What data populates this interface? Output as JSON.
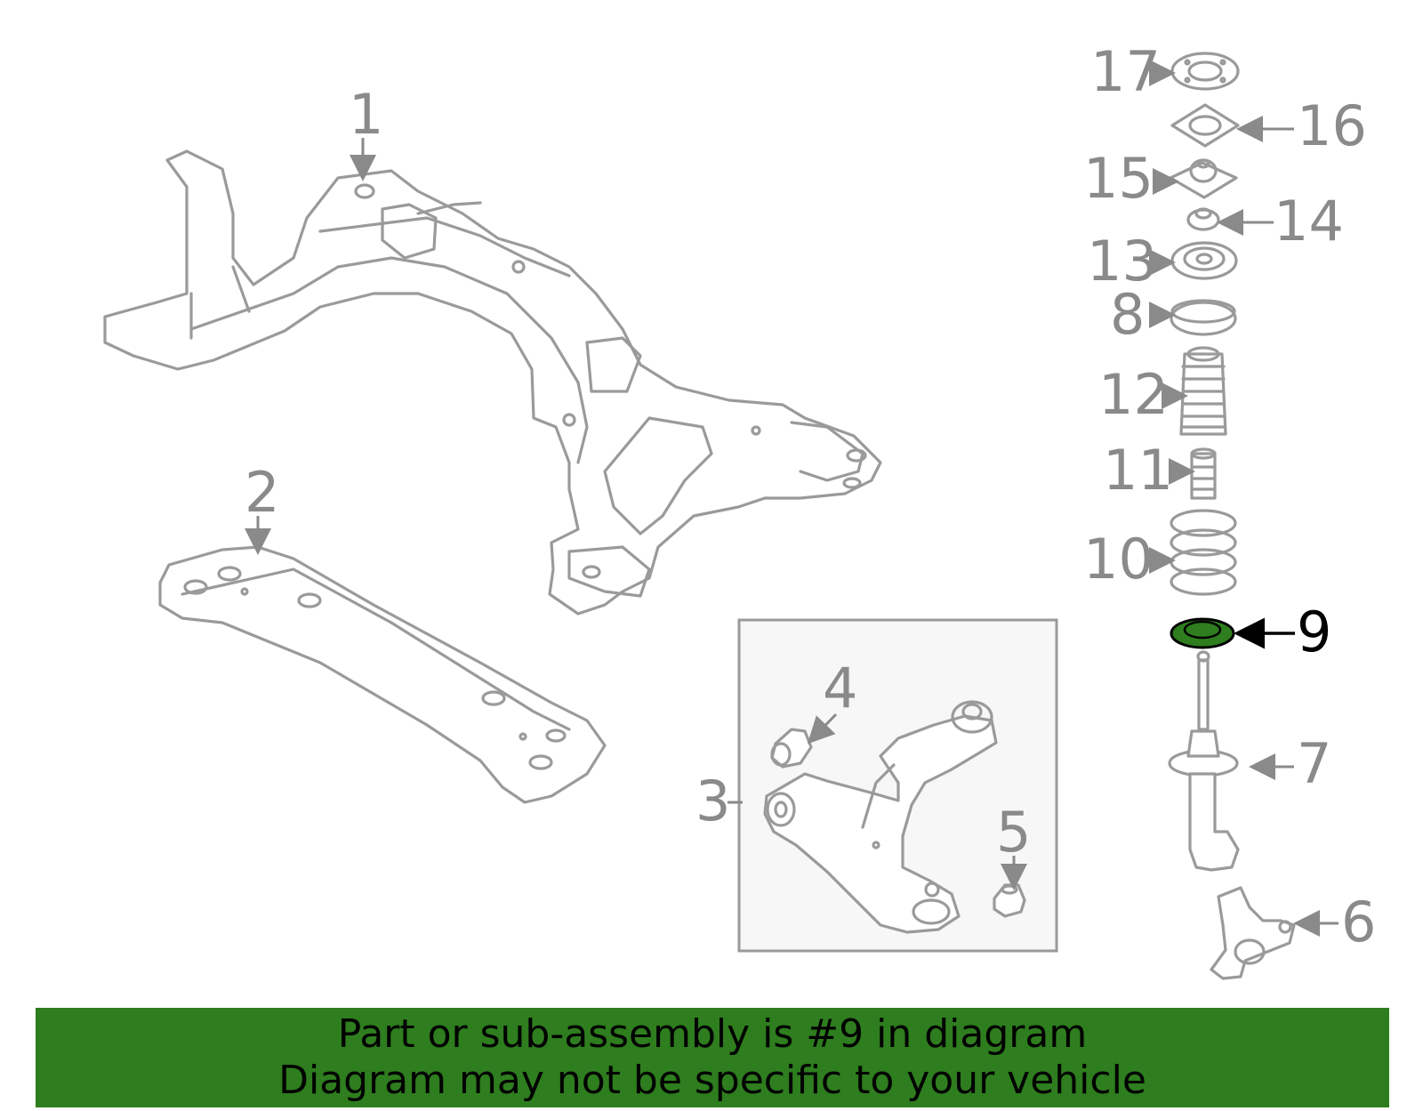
{
  "callouts": [
    "1",
    "2",
    "3",
    "4",
    "5",
    "6",
    "7",
    "8",
    "9",
    "10",
    "11",
    "12",
    "13",
    "14",
    "15",
    "16",
    "17"
  ],
  "highlighted_part": "9",
  "highlight_color": "#2e7d1e",
  "banner": {
    "line1": "Part or sub-assembly is #9 in diagram",
    "line2": "Diagram may not be specific to your vehicle",
    "background": "#2e7d1e"
  }
}
